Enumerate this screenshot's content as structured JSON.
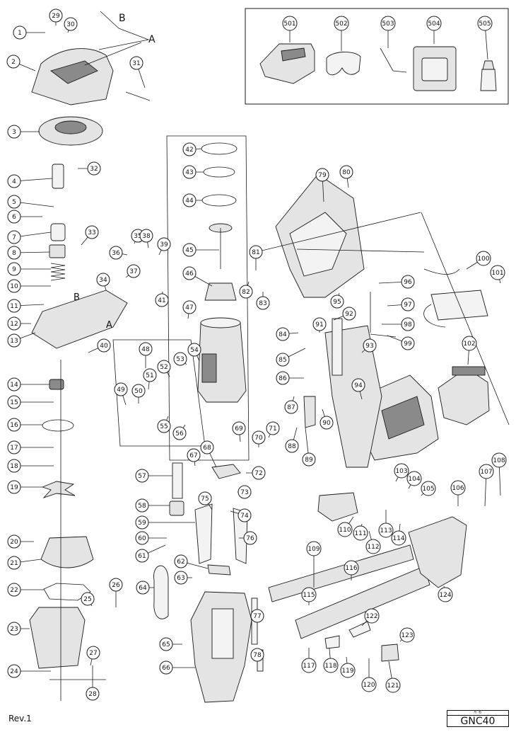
{
  "revision": "Rev.1",
  "model_caption": "形 名",
  "model_name": "GNC40",
  "guide_letters": [
    "A",
    "B"
  ],
  "accessory_parts": [
    "501",
    "502",
    "503",
    "504",
    "505"
  ],
  "part_numbers": [
    "1",
    "2",
    "3",
    "4",
    "5",
    "6",
    "7",
    "8",
    "9",
    "10",
    "11",
    "12",
    "13",
    "14",
    "15",
    "16",
    "17",
    "18",
    "19",
    "20",
    "21",
    "22",
    "23",
    "24",
    "25",
    "26",
    "27",
    "28",
    "29",
    "30",
    "31",
    "32",
    "33",
    "34",
    "35",
    "36",
    "37",
    "38",
    "39",
    "40",
    "41",
    "42",
    "43",
    "44",
    "45",
    "46",
    "47",
    "48",
    "49",
    "50",
    "51",
    "52",
    "53",
    "54",
    "55",
    "56",
    "57",
    "58",
    "59",
    "60",
    "61",
    "62",
    "63",
    "64",
    "65",
    "66",
    "67",
    "68",
    "69",
    "70",
    "71",
    "72",
    "73",
    "74",
    "75",
    "76",
    "77",
    "78",
    "79",
    "80",
    "81",
    "82",
    "83",
    "84",
    "85",
    "86",
    "87",
    "88",
    "89",
    "90",
    "91",
    "92",
    "93",
    "94",
    "95",
    "96",
    "97",
    "98",
    "99",
    "100",
    "101",
    "102",
    "103",
    "104",
    "105",
    "106",
    "107",
    "108",
    "109",
    "110",
    "111",
    "112",
    "113",
    "114",
    "115",
    "116",
    "117",
    "118",
    "119",
    "120",
    "121",
    "122",
    "123",
    "124"
  ]
}
